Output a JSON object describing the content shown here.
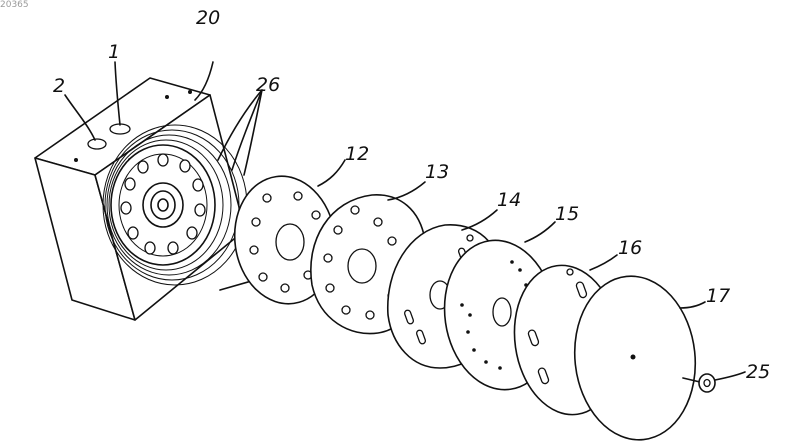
{
  "corner_id": "20365",
  "labels": {
    "l1": "1",
    "l2": "2",
    "l20": "20",
    "l26": "26",
    "l12": "12",
    "l13": "13",
    "l14": "14",
    "l15": "15",
    "l16": "16",
    "l17": "17",
    "l25": "25"
  }
}
